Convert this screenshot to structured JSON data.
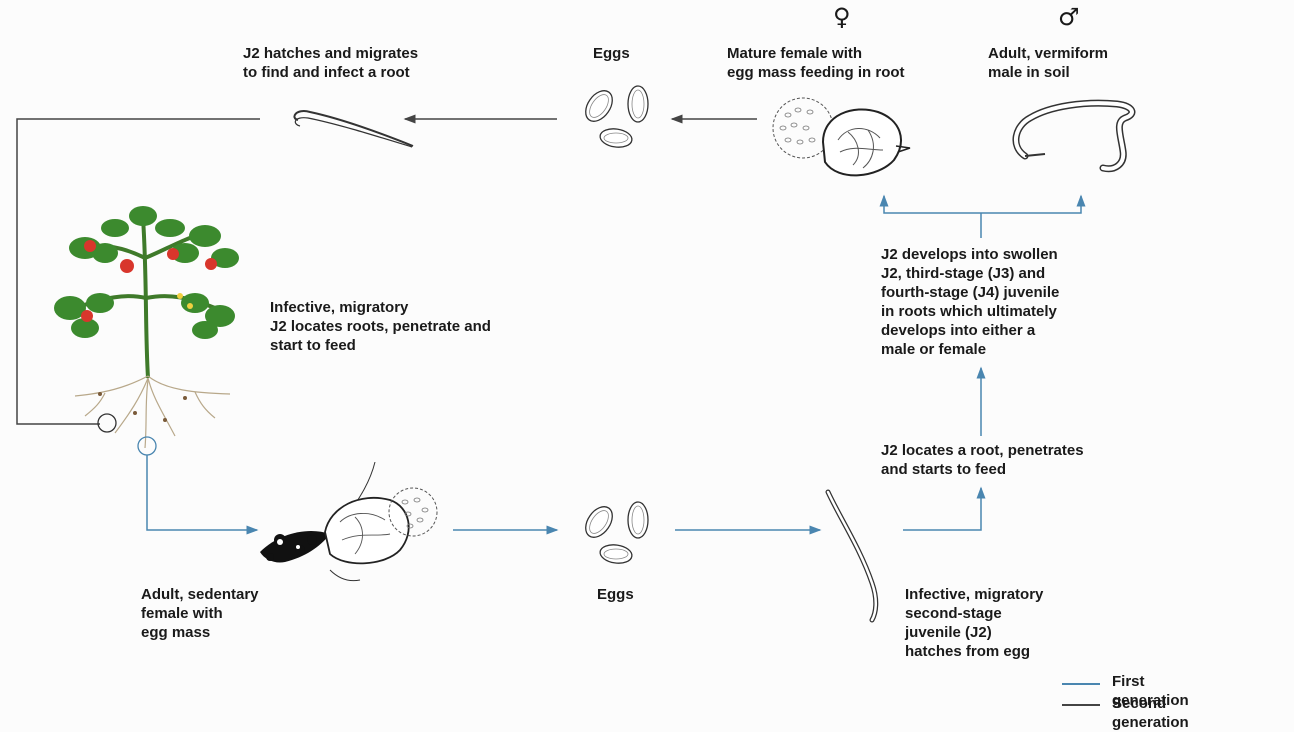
{
  "labels": {
    "j2_hatches": "J2 hatches and migrates\nto find and infect a root",
    "eggs_top": "Eggs",
    "mature_female": "Mature female with\negg mass feeding in root",
    "adult_male": "Adult, vermiform\nmale in soil",
    "female_symbol": "♀",
    "male_symbol": "♂",
    "j2_develops": "J2 develops into swollen\nJ2, third-stage (J3) and\nfourth-stage (J4) juvenile\nin roots which ultimately\ndevelops into either a\nmale or female",
    "infective_roots": "Infective, migratory\nJ2 locates roots, penetrate and\nstart to feed",
    "j2_locates": "J2 locates a root, penetrates\nand starts to feed",
    "adult_sedentary": "Adult, sedentary\nfemale with\negg mass",
    "eggs_bottom": "Eggs",
    "infective_second": "Infective, migratory\nsecond-stage\njuvenile (J2)\nhatches from egg"
  },
  "legend": {
    "first": {
      "label": "First generation",
      "color": "#4a86b0"
    },
    "second": {
      "label": "Second generation",
      "color": "#444444"
    }
  },
  "colors": {
    "first_generation": "#4a86b0",
    "second_generation": "#444444"
  },
  "icons": [
    "tomato-plant-icon",
    "nematode-j2-icon",
    "eggs-icon",
    "mature-female-icon",
    "male-nematode-icon",
    "sedentary-female-icon",
    "j2-juvenile-icon"
  ]
}
